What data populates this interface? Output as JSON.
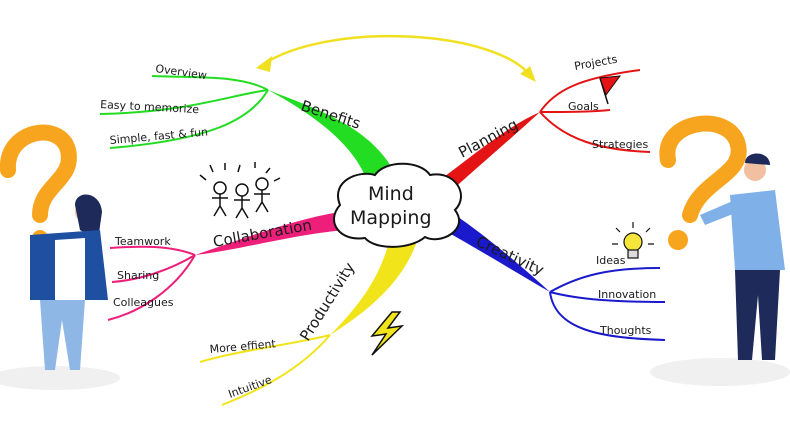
{
  "center": {
    "line1": "Mind",
    "line2": "Mapping"
  },
  "branches": {
    "benefits": {
      "label": "Benefits",
      "color": "#22dd22",
      "items": [
        "Overview",
        "Easy to memorize",
        "Simple, fast & fun"
      ]
    },
    "planning": {
      "label": "Planning",
      "color": "#e41414",
      "items": [
        "Projects",
        "Goals",
        "Strategies"
      ]
    },
    "collaboration": {
      "label": "Collaboration",
      "color": "#ee1f7a",
      "items": [
        "Teamwork",
        "Sharing",
        "Colleagues"
      ]
    },
    "productivity": {
      "label": "Productivity",
      "color": "#f2e41a",
      "items": [
        "More effient",
        "Intuitive"
      ]
    },
    "creativity": {
      "label": "Creativity",
      "color": "#1a1acc",
      "items": [
        "Ideas",
        "Innovation",
        "Thoughts"
      ]
    }
  },
  "colors": {
    "question_mark": "#f7a51e",
    "arrow": "#f0e020"
  }
}
